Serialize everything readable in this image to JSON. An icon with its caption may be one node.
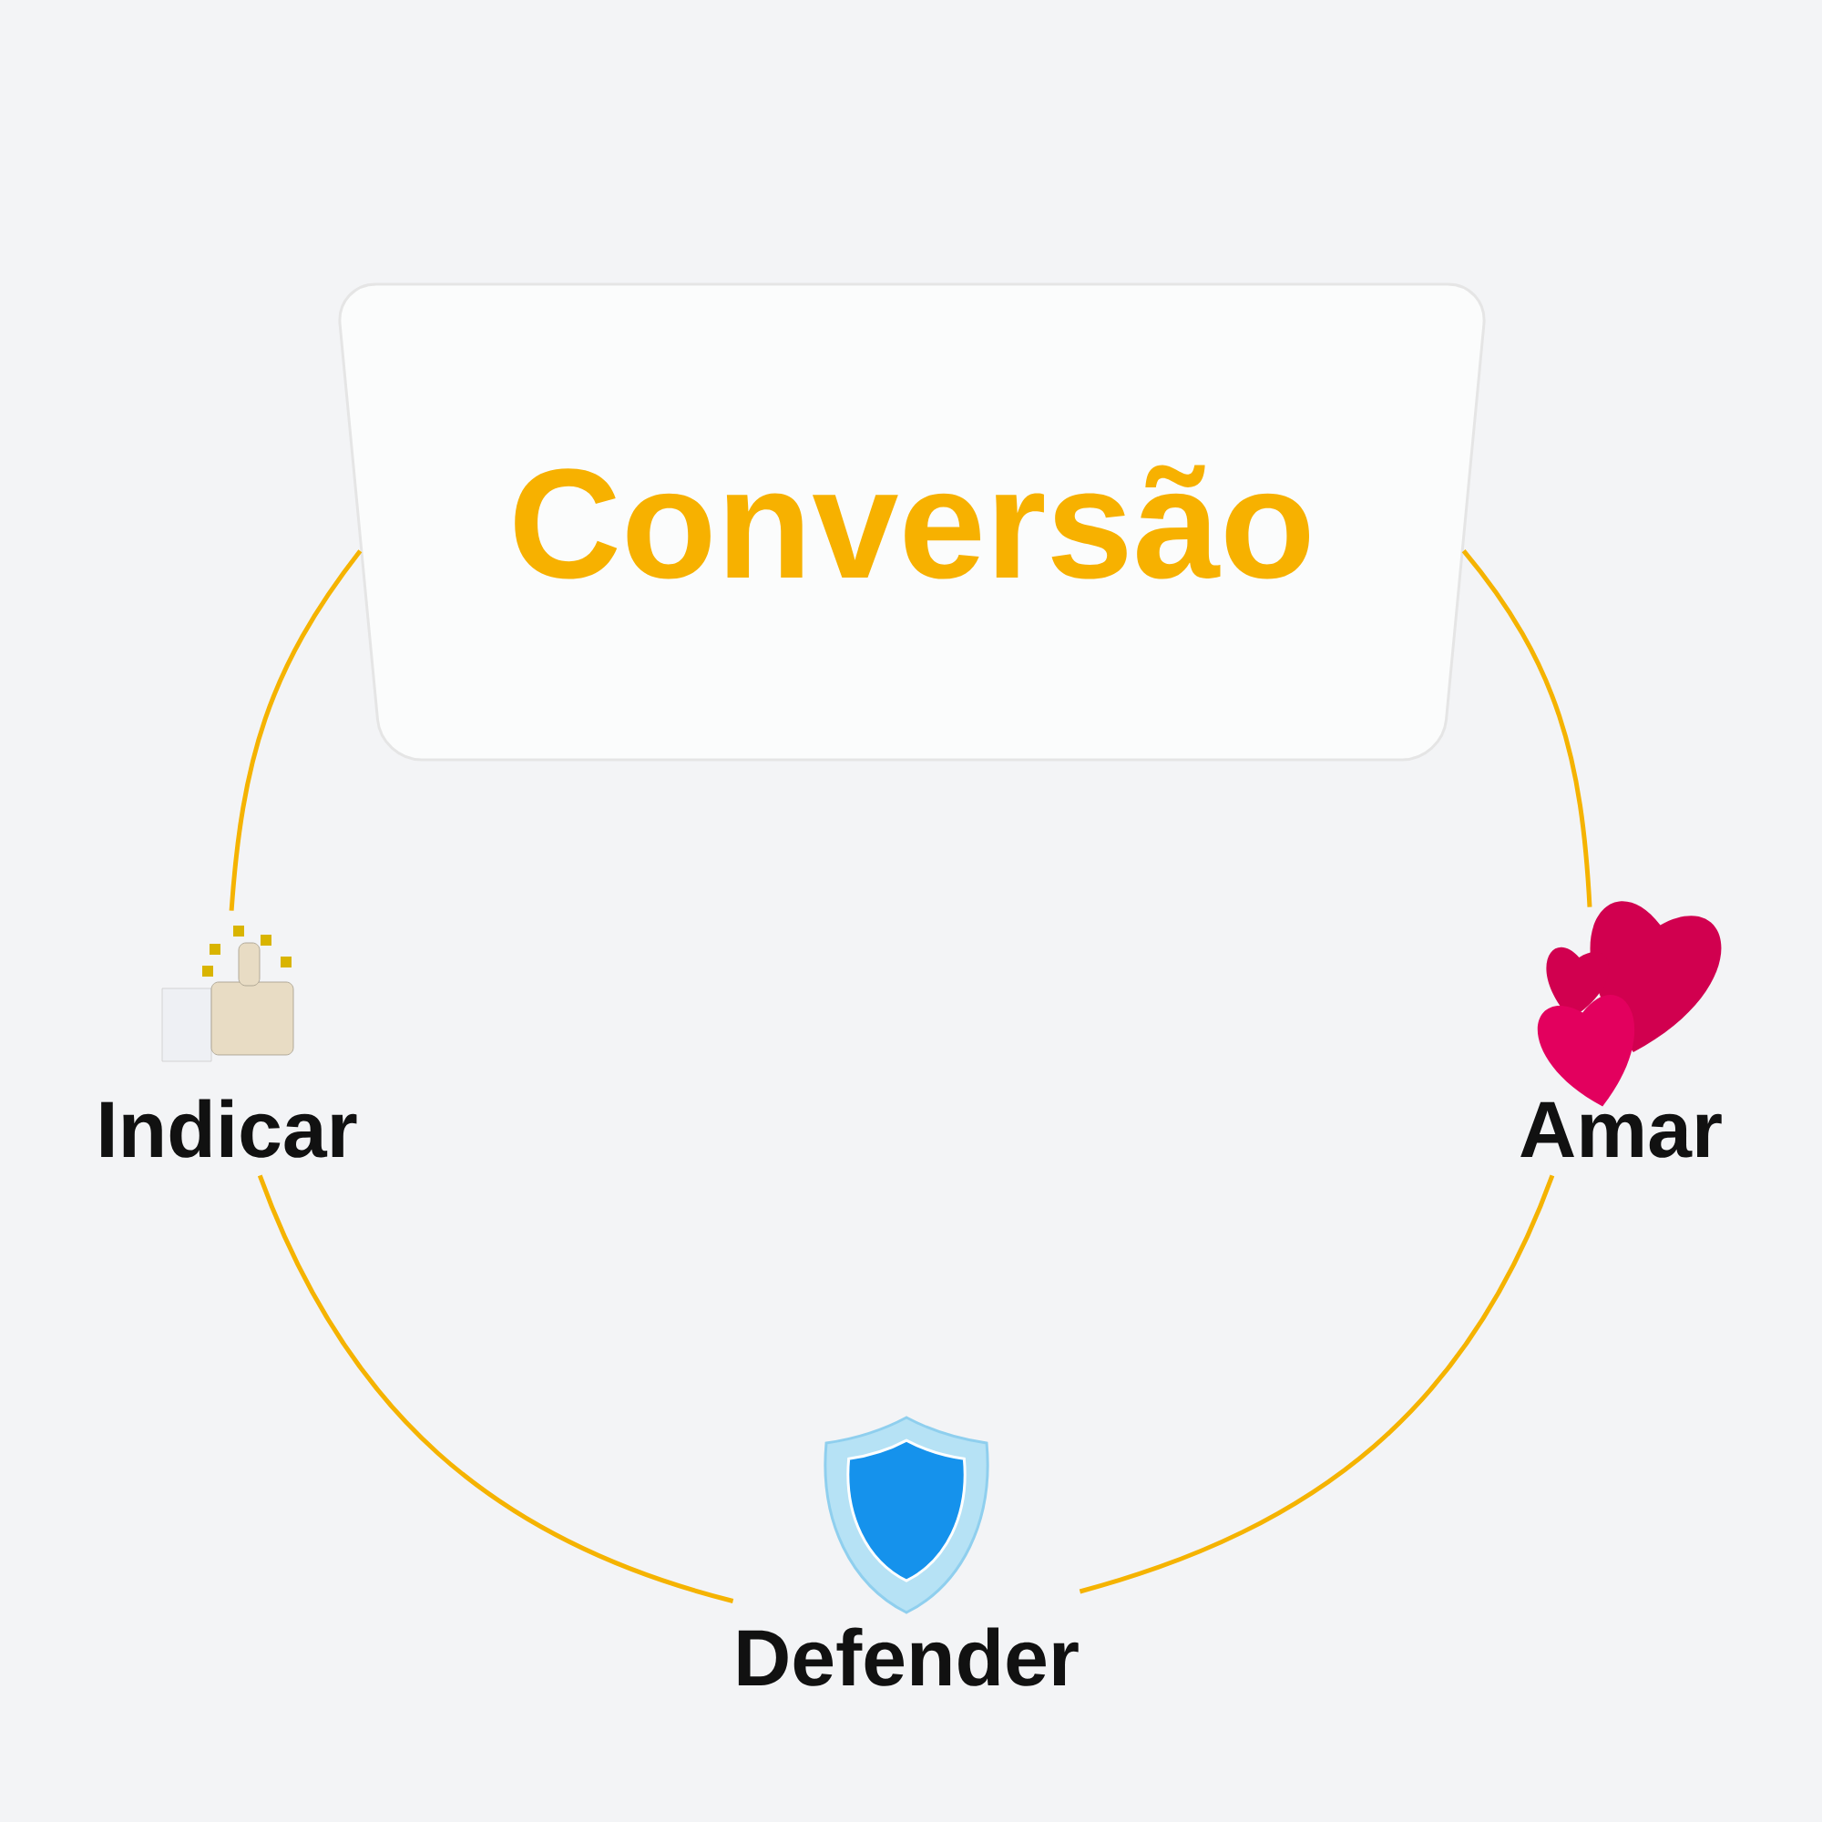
{
  "diagram": {
    "nodes": [
      {
        "text": [
          "Conversão"
        ]
      },
      {
        "text": [
          "Indicar"
        ]
      },
      {
        "text": [
          "Amar"
        ]
      },
      {
        "text": [
          "Defender"
        ]
      }
    ],
    "edges": [
      {
        "from": 0,
        "to": 2,
        "arrow": "none"
      },
      {
        "from": 2,
        "to": 3,
        "arrow": "none"
      },
      {
        "from": 3,
        "to": 1,
        "arrow": "none"
      },
      {
        "from": 1,
        "to": 0,
        "arrow": "none"
      }
    ]
  }
}
